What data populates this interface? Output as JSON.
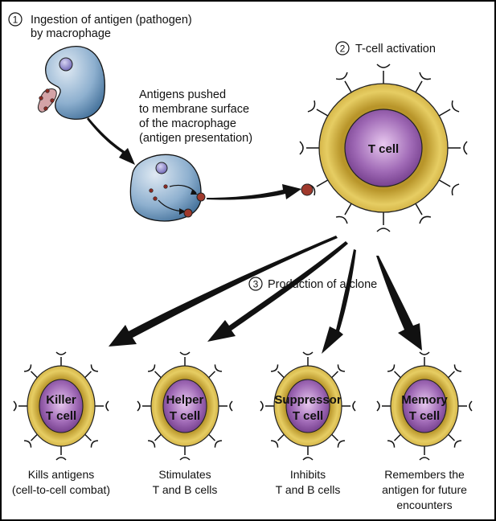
{
  "steps": [
    {
      "number": "1",
      "lines": [
        "Ingestion of antigen (pathogen)",
        "by macrophage"
      ]
    },
    {
      "number": "2",
      "lines": [
        "T-cell activation"
      ]
    },
    {
      "number": "3",
      "lines": [
        "Production of a clone"
      ]
    }
  ],
  "presentation_label": [
    "Antigens pushed",
    "to membrane surface",
    "of the macrophage",
    "(antigen presentation)"
  ],
  "main_cell": {
    "label": "T cell"
  },
  "clones": [
    {
      "name": [
        "Killer",
        "T cell"
      ],
      "description": [
        "Kills antigens",
        "(cell-to-cell combat)"
      ]
    },
    {
      "name": [
        "Helper",
        "T cell"
      ],
      "description": [
        "Stimulates",
        "T and B cells"
      ]
    },
    {
      "name": [
        "Suppressor",
        "T cell"
      ],
      "description": [
        "Inhibits",
        "T and B cells"
      ]
    },
    {
      "name": [
        "Memory",
        "T cell"
      ],
      "description": [
        "Remembers the",
        "antigen for future",
        "encounters"
      ]
    }
  ],
  "colors": {
    "macrophage": "#7fa3c4",
    "nucleus": "#8c86c9",
    "antigen": "#8a2a22",
    "pathogen": "#d4a3a6",
    "t_cell_outer": "#d4b43c",
    "t_cell_inner": "#8a4ea0"
  }
}
